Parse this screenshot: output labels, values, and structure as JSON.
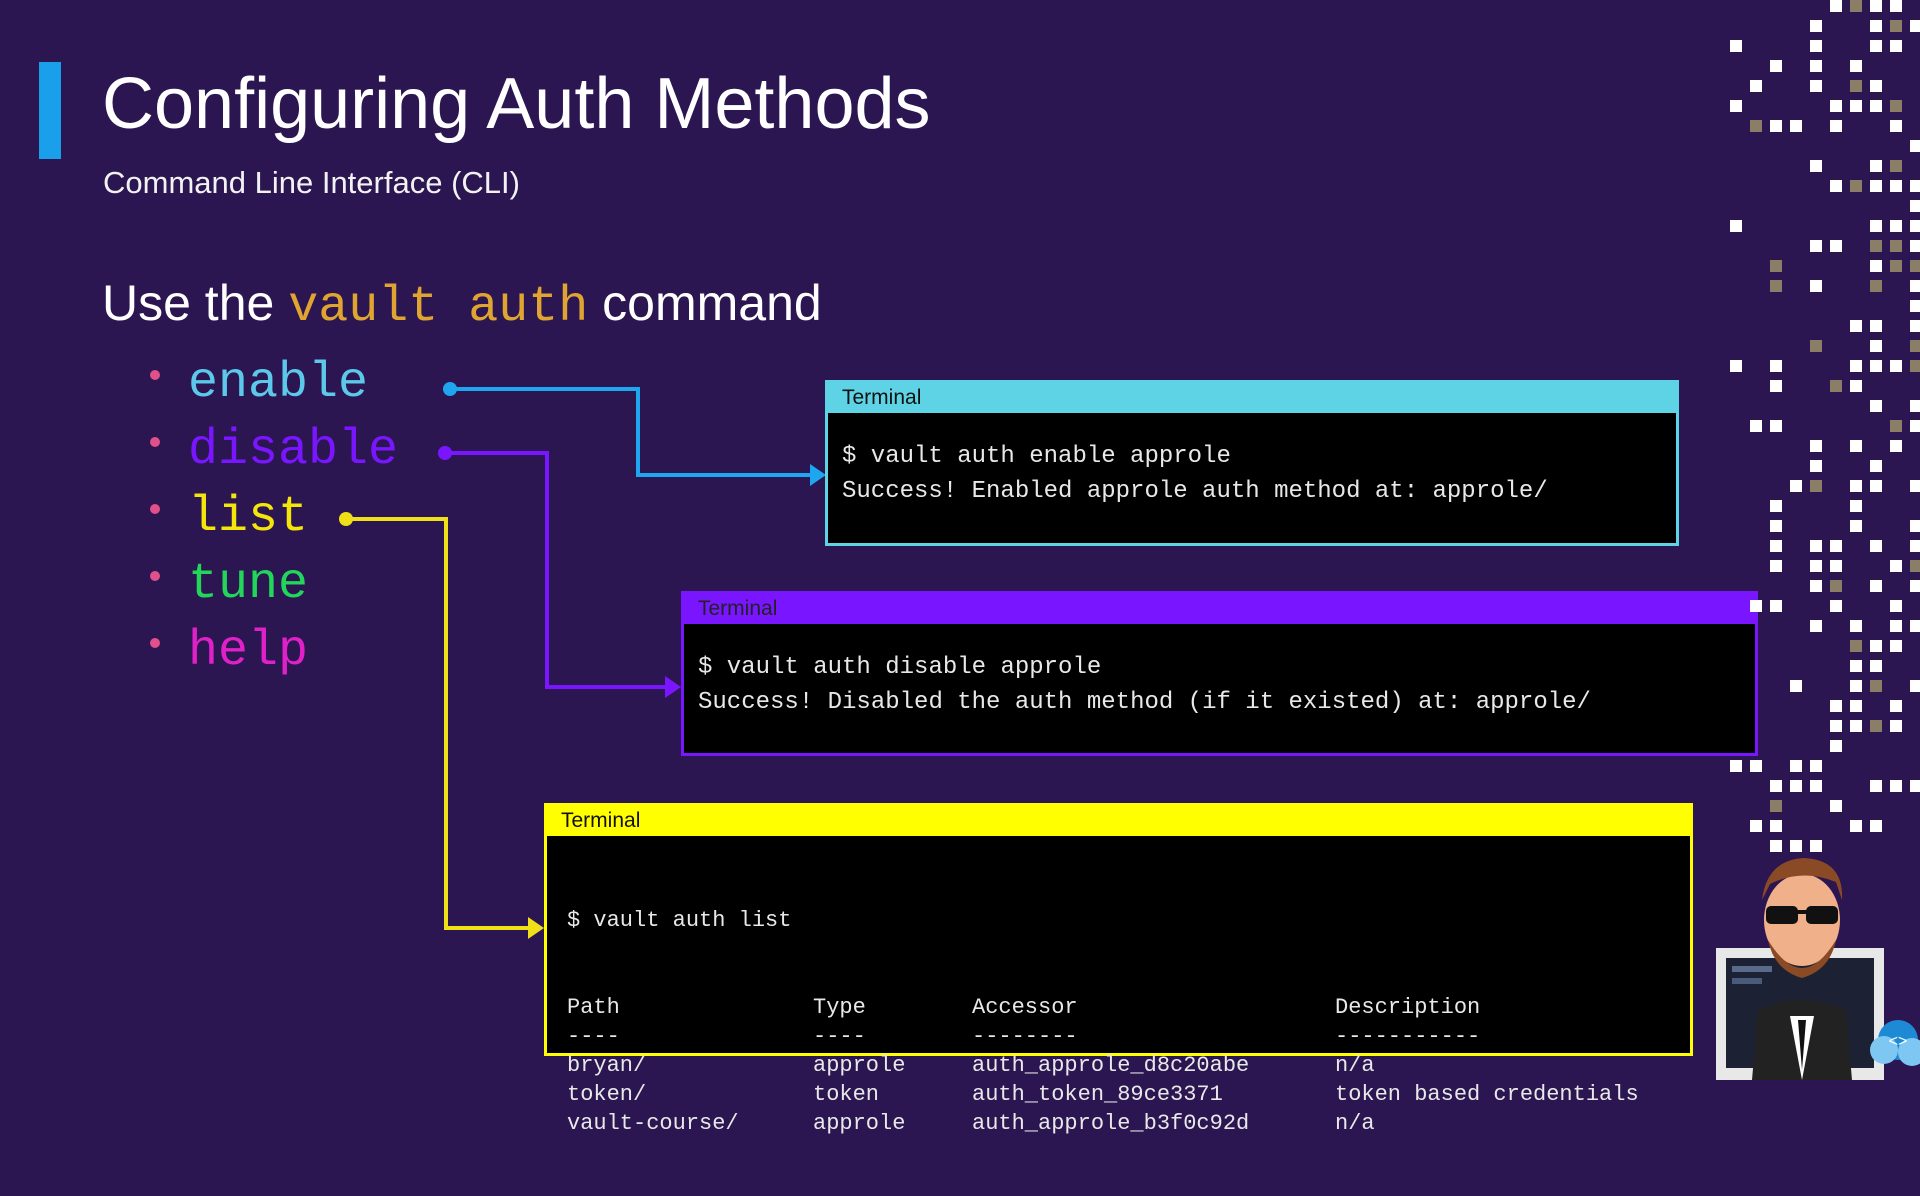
{
  "slide": {
    "title": "Configuring Auth Methods",
    "subtitle": "Command Line Interface (CLI)",
    "lead_prefix": "Use the ",
    "lead_code": "vault auth",
    "lead_suffix": " command"
  },
  "bullets": [
    {
      "label": "enable",
      "color": "#5cc8ea"
    },
    {
      "label": "disable",
      "color": "#7a16ff"
    },
    {
      "label": "list",
      "color": "#f5e60a"
    },
    {
      "label": "tune",
      "color": "#22d65a"
    },
    {
      "label": "help",
      "color": "#e020c8"
    }
  ],
  "terminals": {
    "enable": {
      "title": "Terminal",
      "lines": [
        "$ vault auth enable approle",
        "Success! Enabled approle auth method at: approle/"
      ]
    },
    "disable": {
      "title": "Terminal",
      "lines": [
        "$ vault auth disable approle",
        "Success! Disabled the auth method (if it existed) at: approle/"
      ]
    },
    "list": {
      "title": "Terminal",
      "command": "$ vault auth list",
      "headers": [
        "Path",
        "Type",
        "Accessor",
        "Description"
      ],
      "separators": [
        "----",
        "----",
        "--------",
        "-----------"
      ],
      "rows": [
        [
          "bryan/",
          "approle",
          "auth_approle_d8c20abe",
          "n/a"
        ],
        [
          "token/",
          "token",
          "auth_token_89ce3371",
          "token based credentials"
        ],
        [
          "vault-course/",
          "approle",
          "auth_approle_b3f0c92d",
          "n/a"
        ]
      ]
    }
  },
  "colors": {
    "background": "#2b1652",
    "accent_bar": "#1aa0ea",
    "code_text": "#e0a430",
    "enable_terminal": "#5fd3e6",
    "disable_terminal": "#7a16ff",
    "list_terminal": "#ffff00"
  }
}
